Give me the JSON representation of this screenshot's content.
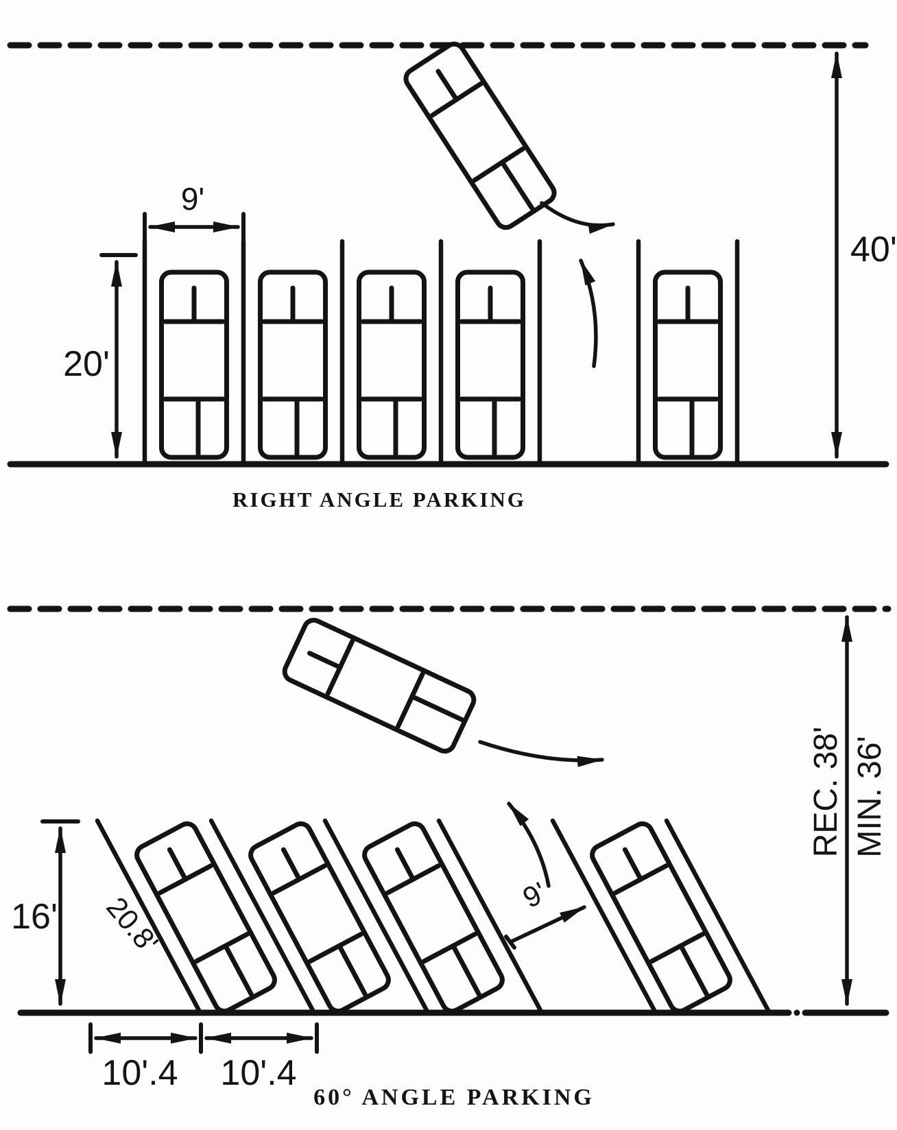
{
  "colors": {
    "ink": "#141414",
    "bg": "#fdfdfd"
  },
  "top": {
    "caption": "RIGHT ANGLE PARKING",
    "stall_width": "9'",
    "stall_depth": "20'",
    "aisle_width": "40'"
  },
  "bottom": {
    "caption": "60° ANGLE PARKING",
    "stall_width": "9'",
    "stall_length": "20.8'",
    "curb_depth": "16'",
    "aisle_recommended": "REC. 38'",
    "aisle_minimum": "MIN. 36'",
    "curb_spacing_left": "10'.4",
    "curb_spacing_right": "10'.4"
  }
}
